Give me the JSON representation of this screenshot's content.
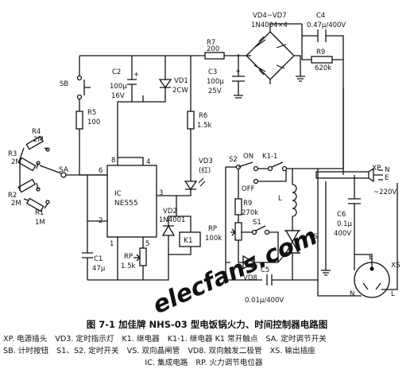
{
  "components": {
    "xp": "XP",
    "n": "N",
    "e": "E",
    "mains": "~220V",
    "vd4_vd7": "VD4~VD7",
    "vd4_vd7_type": "1N4004×4",
    "c4_name": "C4",
    "c4_value": "0.47μ/400V",
    "r9_name": "R9",
    "r9_value": "620k",
    "r7_name": "R7",
    "r7_value": "200",
    "c3_name": "C3",
    "c3_value1": "100μ",
    "c3_value2": "25V",
    "c2_name": "C2",
    "c2_value1": "100μ",
    "c2_value2": "16V",
    "vd1_name": "VD1",
    "vd1_type": "2CW",
    "sb": "SB",
    "r5_name": "R5",
    "r5_value": "100",
    "r6_name": "R6",
    "r6_value": "1.5k",
    "vd3_name": "VD3",
    "vd3_note": "(红)",
    "r4_name": "R4",
    "r4_value": "2M",
    "r3_name": "R3",
    "r3_value": "2M",
    "r2_name": "R2",
    "r2_value": "2M",
    "r1_name": "R1",
    "r1_value": "1M",
    "sa": "SA",
    "ic_name": "IC",
    "ic_type": "NE555",
    "pin8": "8",
    "pin4": "4",
    "pin6": "6",
    "pin3": "3",
    "pin2": "2",
    "pin1": "1",
    "pin5": "5",
    "vd2_name": "VD2",
    "vd2_type": "1N4001",
    "k1": "K1",
    "c1_name": "C1",
    "c1_value": "47μ",
    "rp_name": "RP",
    "rp_value": "1.5k",
    "s2": "S2",
    "on": "ON",
    "k1_1": "K1-1",
    "off": "OFF",
    "r9b_name": "R9",
    "r9b_value": "270k",
    "rp2_name": "RP",
    "rp2_value": "100k",
    "s1": "S1",
    "l": "L",
    "vs": "VS",
    "vd8": "VD8",
    "c5_name": "C5",
    "c5_value": "0.01μ/400V",
    "c6_name": "C6",
    "c6_value1": "0.1μ",
    "c6_value2": "400V",
    "xs": "XS",
    "xs_e": "E",
    "xs_n": "N",
    "xs_l": "L",
    "watermark": "elecfans.com"
  },
  "caption": "图 7-1   加佳牌 NHS-03 型电饭锅火力、时间控制器电路图",
  "legend": {
    "row1": [
      "XP. 电源插头",
      "VD3. 定时指示灯",
      "K1. 继电器",
      "K1-1. 继电器 K1 常开触点",
      "SA. 定时调节开关"
    ],
    "row2": [
      "SB. 计时按钮",
      "S1、S2. 定时开关",
      "VS. 双向晶闸管",
      "VD8. 双向触发二极管",
      "XS. 输出插座"
    ],
    "row3": [
      "IC. 集成电路",
      "RP. 火力调节电位器"
    ]
  }
}
